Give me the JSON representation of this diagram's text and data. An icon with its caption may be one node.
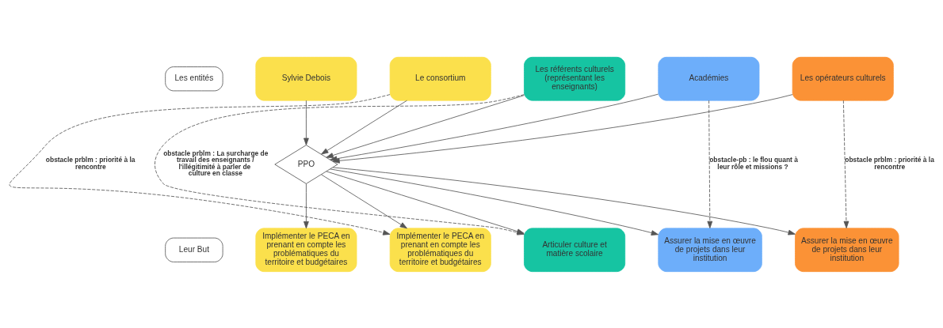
{
  "diagram": {
    "nodes": [
      {
        "text": [
          "Les entités"
        ]
      },
      {
        "text": [
          "Sylvie Debois"
        ]
      },
      {
        "text": [
          "Le consortium"
        ]
      },
      {
        "text": [
          "Les référents culturels (représentant les enseignants)"
        ]
      },
      {
        "text": [
          "Académies"
        ]
      },
      {
        "text": [
          "Les opérateurs culturels"
        ]
      },
      {
        "text": [
          "PPO"
        ]
      },
      {
        "text": [
          "Leur But"
        ]
      },
      {
        "text": [
          "Implémenter le PECA en prenant en compte les problématiques du territoire et budgétaires"
        ]
      },
      {
        "text": [
          "Implémenter le PECA en prenant en compte les problématiques du territoire et budgétaires"
        ]
      },
      {
        "text": [
          "Articuler culture et matière scolaire"
        ]
      },
      {
        "text": [
          "Assurer la mise en œuvre de projets dans leur institution"
        ]
      },
      {
        "text": [
          "Assurer la mise en œuvre de projets dans leur institution"
        ]
      }
    ],
    "edges": [
      {
        "from": 1,
        "to": 6,
        "arrow": "to"
      },
      {
        "from": 2,
        "to": 6,
        "arrow": "to"
      },
      {
        "from": 3,
        "to": 6,
        "arrow": "to"
      },
      {
        "from": 4,
        "to": 6,
        "arrow": "to"
      },
      {
        "from": 5,
        "to": 6,
        "arrow": "to"
      },
      {
        "from": 2,
        "to": 9,
        "arrow": "to",
        "style": "dashed",
        "label": "obstacle prblm : priorité à la rencontre"
      },
      {
        "from": 3,
        "to": 10,
        "arrow": "to",
        "style": "dashed",
        "label": "obstacle prblm : La surcharge de travail des enseignants / l'illégitimité à parler de culture en classe"
      },
      {
        "from": 4,
        "to": 11,
        "arrow": "to",
        "style": "dashed",
        "label": "obstacle-pb : le flou quant à leur rôle et missions ?"
      },
      {
        "from": 5,
        "to": 12,
        "arrow": "to",
        "style": "dashed",
        "label": "obstacle prblm : priorité à la rencontre"
      },
      {
        "from": 6,
        "to": 8,
        "arrow": "to"
      },
      {
        "from": 6,
        "to": 9,
        "arrow": "to"
      },
      {
        "from": 6,
        "to": 10,
        "arrow": "to"
      },
      {
        "from": 6,
        "to": 11,
        "arrow": "to"
      },
      {
        "from": 6,
        "to": 12,
        "arrow": "to"
      }
    ]
  }
}
